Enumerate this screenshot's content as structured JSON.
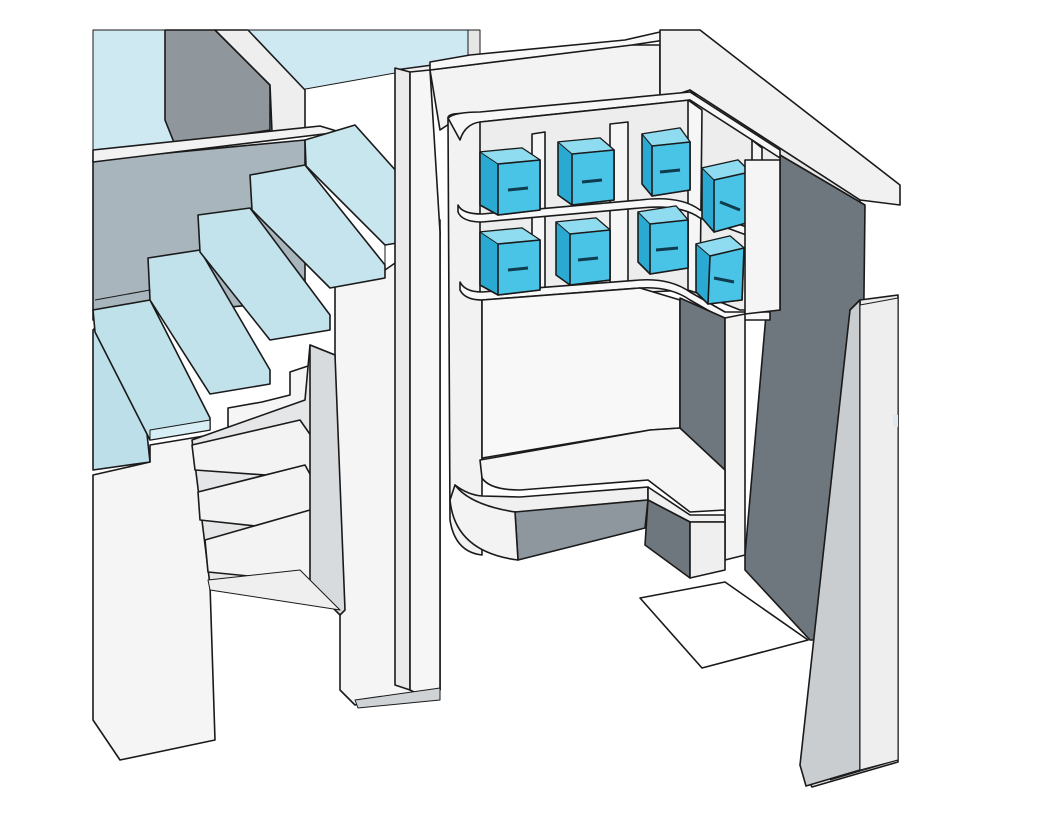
{
  "scene": {
    "colors": {
      "background": "#ffffff",
      "wall_white": "#f4f4f4",
      "wall_light": "#e9eaeb",
      "wall_mid": "#d7dadd",
      "wall_dark": "#6e767d",
      "wall_shadow": "#9aa1a7",
      "glass": "#b9dbe6",
      "glass_edge": "#9fc8d6",
      "sky": "#cfe9f3",
      "bin_fill": "#2aa9d2",
      "bin_front": "#49c3e6",
      "bin_top": "#8fdcf1",
      "outline": "#1a1a1a"
    },
    "upper_bins": 4,
    "lower_bins": 4,
    "stair_treads": 6
  }
}
